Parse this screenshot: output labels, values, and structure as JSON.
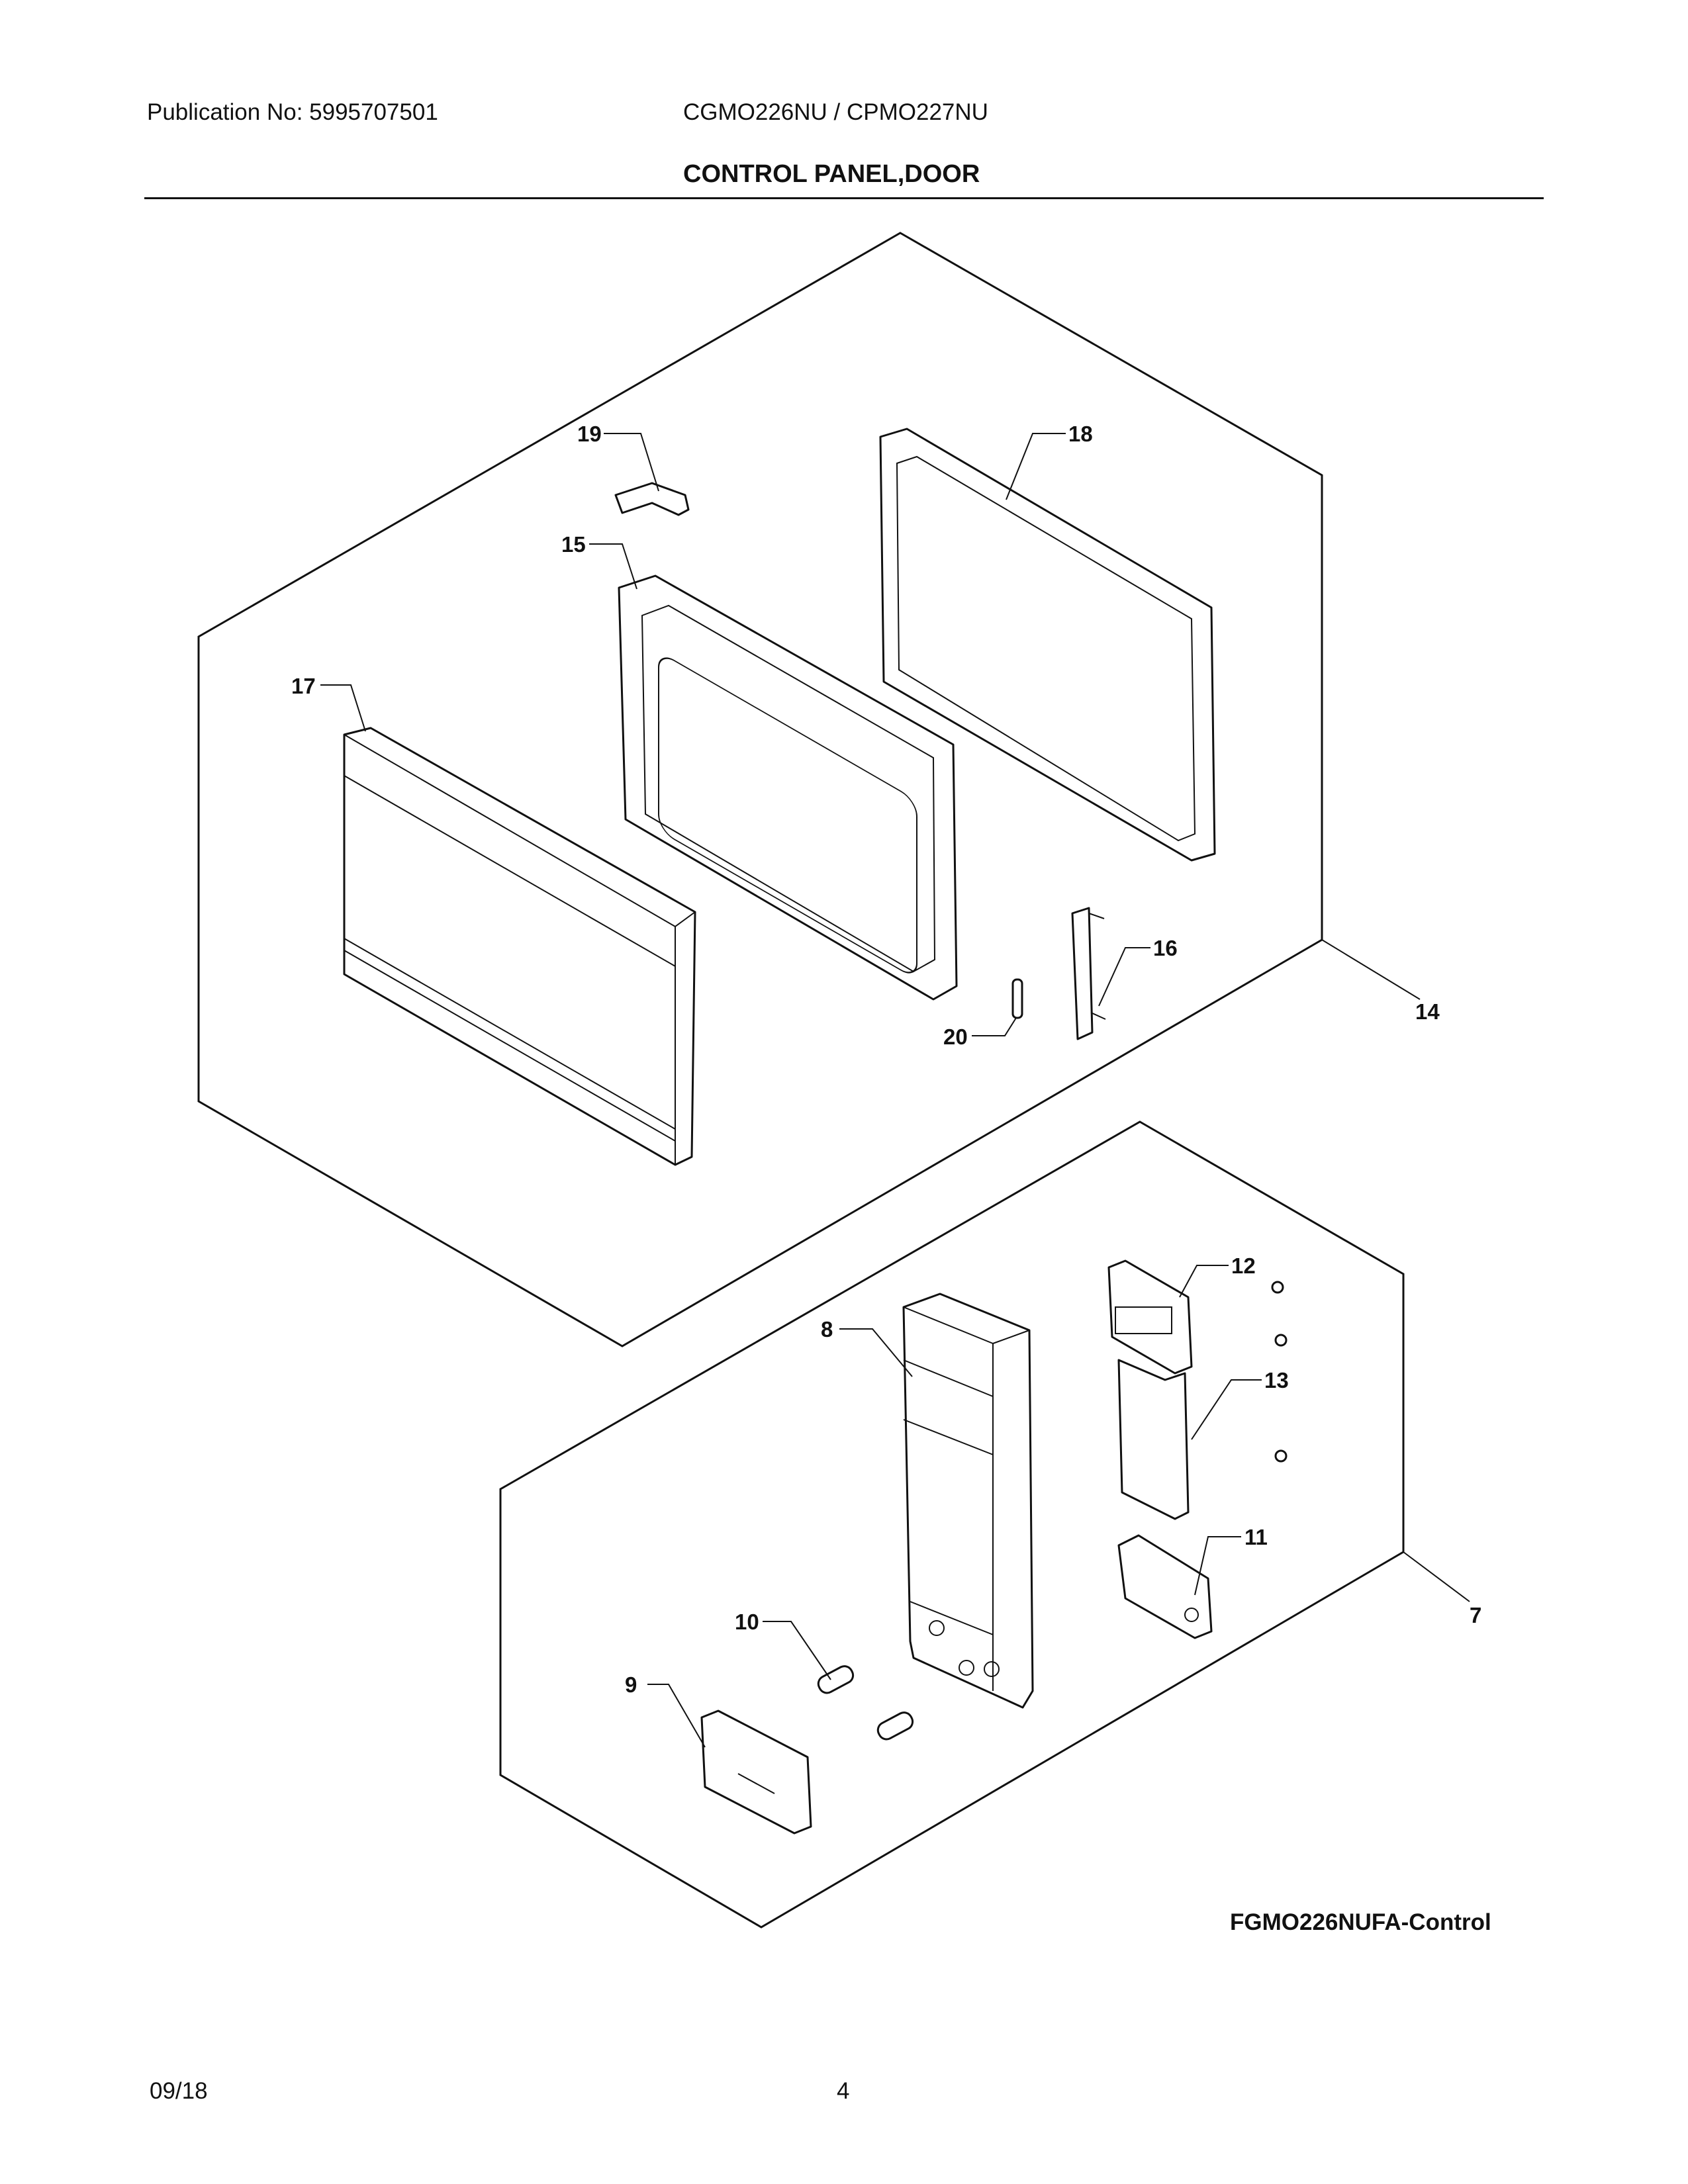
{
  "header": {
    "publication": "Publication No: 5995707501",
    "model": "CGMO226NU / CPMO227NU",
    "section_title": "CONTROL PANEL,DOOR"
  },
  "diagram": {
    "callouts": {
      "c19": "19",
      "c18": "18",
      "c15": "15",
      "c17": "17",
      "c16": "16",
      "c20": "20",
      "c14": "14",
      "c12": "12",
      "c8": "8",
      "c13": "13",
      "c11": "11",
      "c10": "10",
      "c7": "7",
      "c9": "9"
    },
    "diagram_id": "FGMO226NUFA-Control"
  },
  "footer": {
    "date": "09/18",
    "page_number": "4"
  }
}
